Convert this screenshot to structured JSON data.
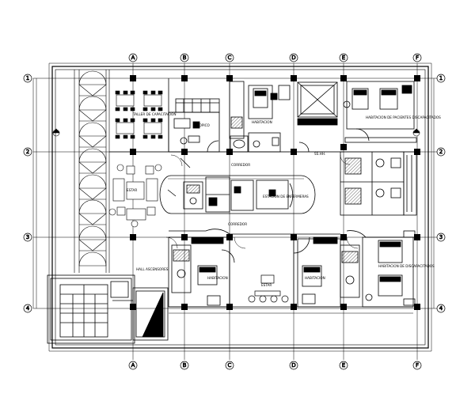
{
  "grid": {
    "columns": [
      "A",
      "B",
      "C",
      "D",
      "E",
      "F"
    ],
    "rows": [
      "1",
      "2",
      "3",
      "4"
    ]
  },
  "rooms": {
    "taller": "TALLER DE CAPACITACION",
    "topico": "TOPICO",
    "habitacion_top": "HABITACION",
    "habitacion_pacientes": "HABITACION DE PACIENTES DISCAPACITADOS",
    "corredor_top": "CORREDOR",
    "ss_hh": "SS.HH.",
    "estar": "ESTAR",
    "enfermeras": "ESTACION DE ENFERMERAS",
    "corredor_mid": "CORREDOR",
    "hall": "HALL ASCENSORES",
    "habitacion_bl": "HABITACION",
    "estar_bottom": "ESTAR",
    "habitacion_br": "HABITACION",
    "discapacitados_br": "HABITACION DE DISCAPACITADOS"
  },
  "colors": {
    "line": "#000000",
    "background": "#ffffff",
    "hatch": "#000000"
  }
}
